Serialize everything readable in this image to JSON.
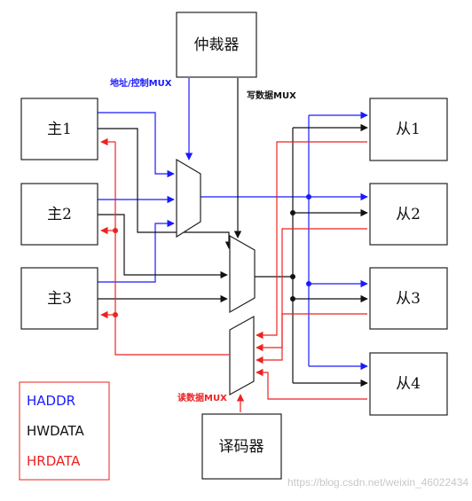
{
  "blocks": {
    "arbiter": "仲裁器",
    "decoder": "译码器",
    "masters": [
      "主1",
      "主2",
      "主3"
    ],
    "slaves": [
      "从1",
      "从2",
      "从3",
      "从4"
    ]
  },
  "mux_labels": {
    "addr_ctrl": "地址/控制MUX",
    "write_data": "写数据MUX",
    "read_data": "读数据MUX"
  },
  "legend": {
    "haddr": "HADDR",
    "hwdata": "HWDATA",
    "hrdata": "HRDATA"
  },
  "colors": {
    "haddr": "#1a1aff",
    "hwdata": "#111111",
    "hrdata": "#ee2222"
  },
  "watermark": "https://blog.csdn.net/weixin_46022434"
}
